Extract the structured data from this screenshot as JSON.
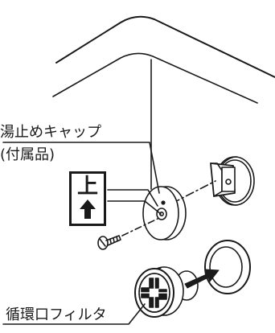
{
  "labels": {
    "cap_line1": "湯止めキャップ",
    "cap_line2": "(付属品)",
    "up_mark": "上",
    "filter": "循環口フィルタ"
  },
  "colors": {
    "ink": "#1a1a1a",
    "background": "#ffffff"
  },
  "icons": {
    "up_arrow": "up-arrow-icon"
  }
}
